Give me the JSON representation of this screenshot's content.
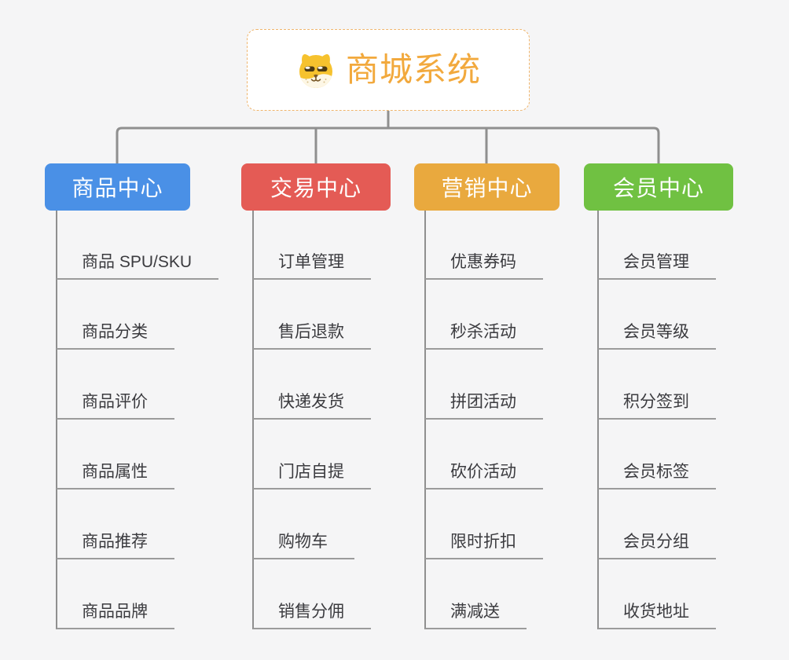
{
  "root": {
    "title": "商城系统",
    "icon": "dog-mascot-icon"
  },
  "colors": {
    "background": "#f5f5f6",
    "root_border": "#efb56d",
    "root_title": "#f2a93d",
    "connector_line": "#8f8f8f",
    "leaf_underline": "#9b9b9b",
    "leaf_text": "#3b3b3f",
    "mascot_yellow": "#f6c22e"
  },
  "categories": [
    {
      "label": "商品中心",
      "color": "#4a90e6",
      "items": [
        "商品 SPU/SKU",
        "商品分类",
        "商品评价",
        "商品属性",
        "商品推荐",
        "商品品牌"
      ]
    },
    {
      "label": "交易中心",
      "color": "#e45b55",
      "items": [
        "订单管理",
        "售后退款",
        "快递发货",
        "门店自提",
        "购物车",
        "销售分佣"
      ]
    },
    {
      "label": "营销中心",
      "color": "#e9a93e",
      "items": [
        "优惠券码",
        "秒杀活动",
        "拼团活动",
        "砍价活动",
        "限时折扣",
        "满减送"
      ]
    },
    {
      "label": "会员中心",
      "color": "#70c142",
      "items": [
        "会员管理",
        "会员等级",
        "积分签到",
        "会员标签",
        "会员分组",
        "收货地址"
      ]
    }
  ]
}
